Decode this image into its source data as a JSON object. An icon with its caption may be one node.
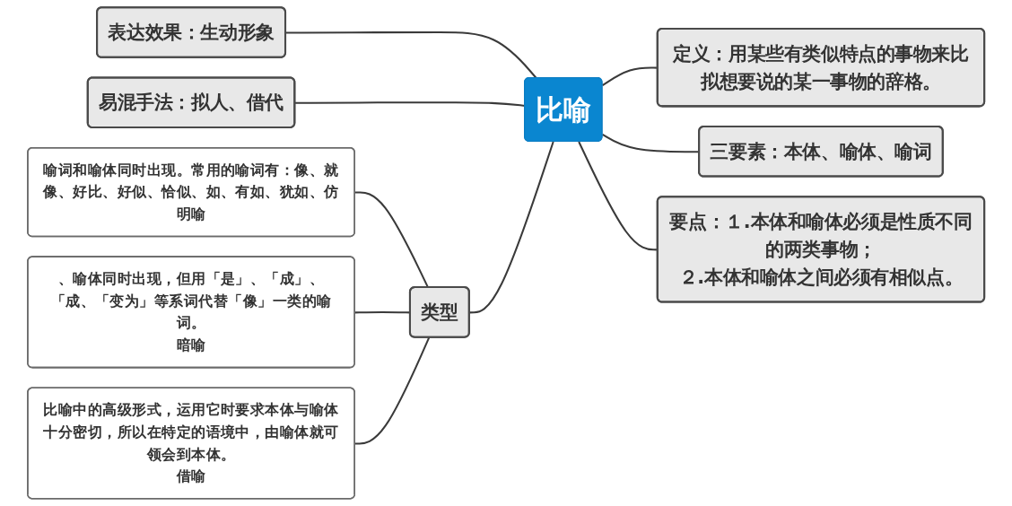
{
  "diagram": {
    "nodes": [
      {
        "text": [
          "比喻"
        ]
      },
      {
        "text": [
          "定义：用某些有类似特点的事物来比拟想要说的某一事物的辞格。"
        ]
      },
      {
        "text": [
          "三要素：本体、喻体、喻词"
        ]
      },
      {
        "text": [
          "要点：１.本体和喻体必须是性质不同的两类事物；",
          "２.本体和喻体之间必须有相似点。"
        ]
      },
      {
        "text": [
          "表达效果：生动形象"
        ]
      },
      {
        "text": [
          "易混手法：拟人、借代"
        ]
      },
      {
        "text": [
          "类型"
        ]
      },
      {
        "text": [
          "喻词和喻体同时出现。常用的喻词有：像、就像、好比、好似、恰似、如、有如、犹如、仿",
          "明喻"
        ]
      },
      {
        "text": [
          "、喻体同时出现，但用「是」、「成」、「成、「变为」等系词代替「像」一类的喻词。",
          "暗喻"
        ]
      },
      {
        "text": [
          "比喻中的高级形式，运用它时要求本体与喻体十分密切，所以在特定的语境中，由喻体就可领会到本体。",
          "借喻"
        ]
      }
    ],
    "edges": [
      {
        "from": 0,
        "to": 1,
        "arrow": "none"
      },
      {
        "from": 0,
        "to": 2,
        "arrow": "none"
      },
      {
        "from": 0,
        "to": 3,
        "arrow": "none"
      },
      {
        "from": 0,
        "to": 4,
        "arrow": "none"
      },
      {
        "from": 0,
        "to": 5,
        "arrow": "none"
      },
      {
        "from": 0,
        "to": 6,
        "arrow": "none"
      },
      {
        "from": 6,
        "to": 7,
        "arrow": "none"
      },
      {
        "from": 6,
        "to": 8,
        "arrow": "none"
      },
      {
        "from": 6,
        "to": 9,
        "arrow": "none"
      }
    ]
  }
}
